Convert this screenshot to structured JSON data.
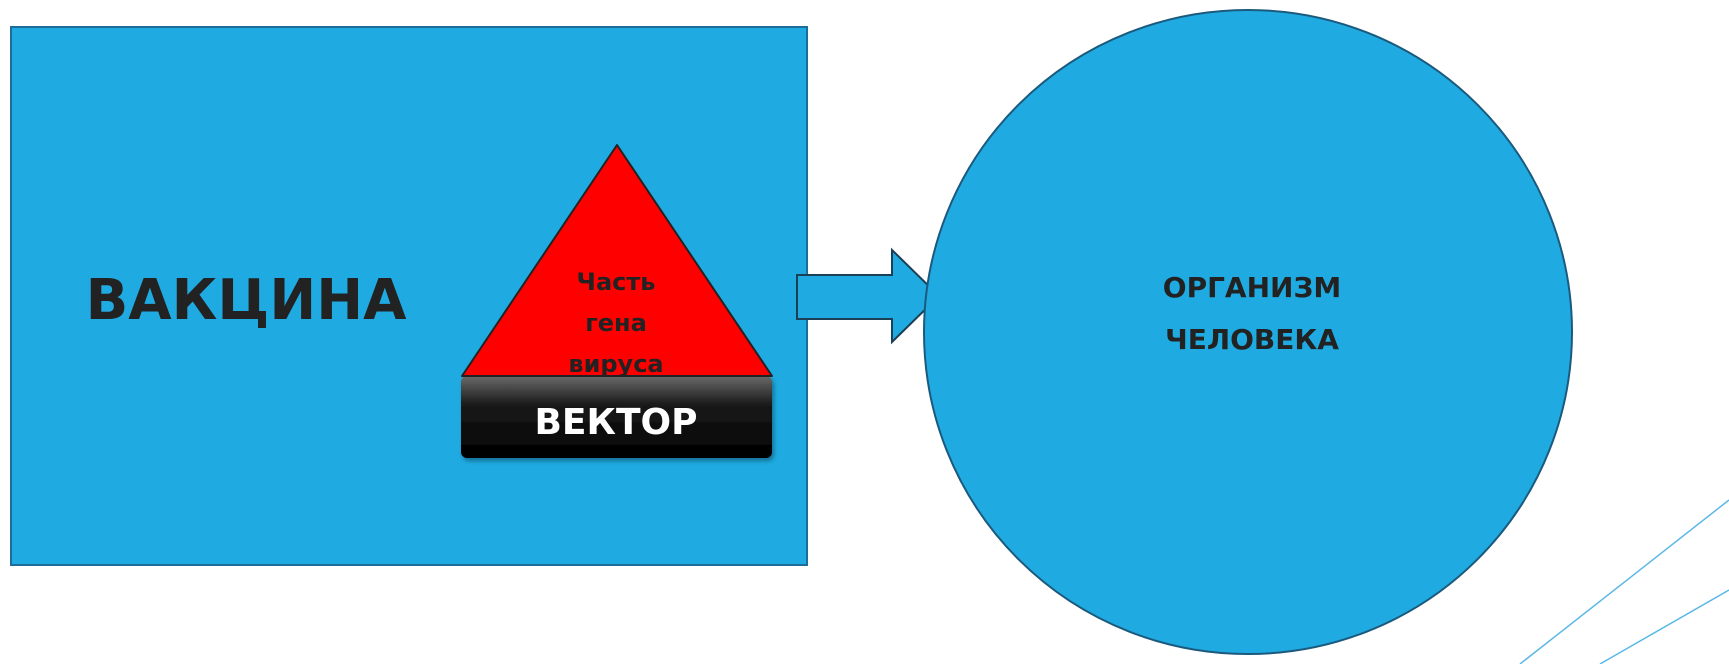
{
  "vaccine": {
    "label": "ВАКЦИНА"
  },
  "gene": {
    "lines": [
      "Часть",
      "гена",
      "вируса"
    ]
  },
  "vector": {
    "label": "ВЕКТОР"
  },
  "organism": {
    "lines": [
      "ОРГАНИЗМ",
      "ЧЕЛОВЕКА"
    ]
  },
  "colors": {
    "box_fill": "#1FABE2",
    "triangle_fill": "#FF0000",
    "vector_fill": "#000000",
    "arrow_fill": "#1FABE2",
    "outline": "#1B5A7D"
  }
}
